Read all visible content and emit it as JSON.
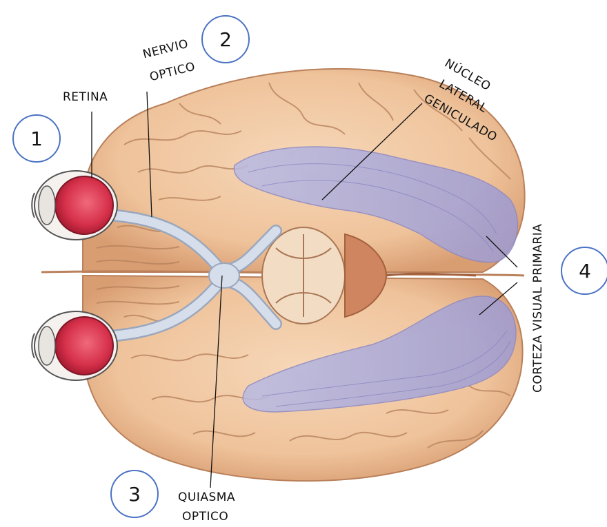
{
  "labels": {
    "retina": "RETINA",
    "nervio": "NERVIO",
    "optico_nerve": "OPTICO",
    "nucleo": "NÚCLEO",
    "lateral": "LATERAL",
    "geniculado": "GENICULADO",
    "corteza": "CORTEZA VISUAL PRIMARIA",
    "quiasma": "QUIASMA",
    "optico_chiasm": "OPTICO"
  },
  "markers": [
    "1",
    "2",
    "3",
    "4"
  ],
  "colors": {
    "brain": "#f1c9a3",
    "brain_dark": "#c98f66",
    "visual_pathway": "#a9a8d8",
    "optic_nerve": "#c8d2e2",
    "eye": "#d9304a",
    "marker_border": "#4a72c4"
  }
}
